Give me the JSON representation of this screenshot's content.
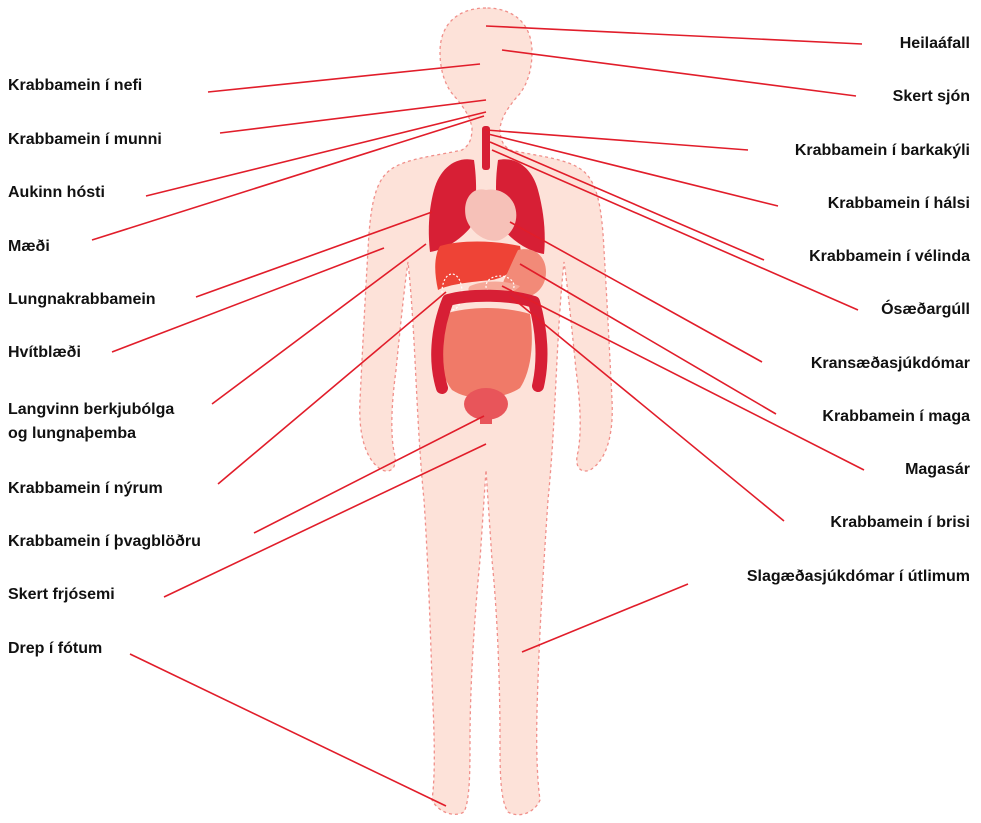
{
  "colors": {
    "skin": "#fde2d9",
    "skin_outline": "#f08f8a",
    "leader_line": "#e11d2a",
    "lungs": "#d71f35",
    "trachea": "#d71f35",
    "heart": "#f6c1b8",
    "stomach": "#ee4336",
    "liver": "#ee4336",
    "pancreas": "#f28a78",
    "intestine_large": "#d71f35",
    "intestine_small": "#f07a68",
    "bladder": "#e8555a",
    "text": "#111111"
  },
  "labels": {
    "left": [
      {
        "id": "nose-cancer",
        "text": "Krabbamein í nefi"
      },
      {
        "id": "mouth-cancer",
        "text": "Krabbamein í munni"
      },
      {
        "id": "cough",
        "text": "Aukinn hósti"
      },
      {
        "id": "breathlessness",
        "text": "Mæði"
      },
      {
        "id": "lung-cancer",
        "text": "Lungnakrabbamein"
      },
      {
        "id": "leukemia",
        "text": "Hvítblæði"
      },
      {
        "id": "copd-line1",
        "text": "Langvinn berkjubólga"
      },
      {
        "id": "copd-line2",
        "text": "og lungnaþemba"
      },
      {
        "id": "kidney-cancer",
        "text": "Krabbamein í nýrum"
      },
      {
        "id": "bladder-cancer",
        "text": "Krabbamein í þvagblöðru"
      },
      {
        "id": "infertility",
        "text": "Skert frjósemi"
      },
      {
        "id": "gangrene",
        "text": "Drep í fótum"
      }
    ],
    "right": [
      {
        "id": "stroke",
        "text": "Heilaáfall"
      },
      {
        "id": "vision",
        "text": "Skert sjón"
      },
      {
        "id": "larynx-cancer",
        "text": "Krabbamein í barkakýli"
      },
      {
        "id": "throat-cancer",
        "text": "Krabbamein í hálsi"
      },
      {
        "id": "esophagus-cancer",
        "text": "Krabbamein í vélinda"
      },
      {
        "id": "aneurysm",
        "text": "Ósæðargúll"
      },
      {
        "id": "coronary",
        "text": "Kransæðasjúkdómar"
      },
      {
        "id": "stomach-cancer",
        "text": "Krabbamein í maga"
      },
      {
        "id": "ulcer",
        "text": "Magasár"
      },
      {
        "id": "pancreas-cancer",
        "text": "Krabbamein í brisi"
      },
      {
        "id": "peripheral-vascular",
        "text": "Slagæðasjúkdómar í útlimum"
      }
    ]
  }
}
